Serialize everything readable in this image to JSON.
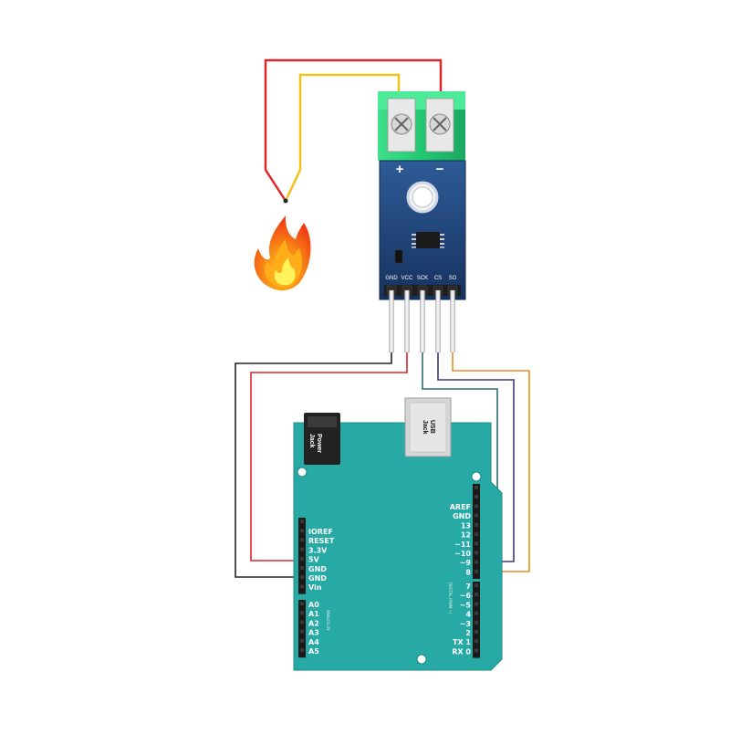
{
  "module": {
    "terminal_plus": "+",
    "terminal_minus": "−",
    "pins": [
      "GND",
      "VCC",
      "SCK",
      "CS",
      "SO"
    ]
  },
  "arduino": {
    "power_jack": [
      "Power",
      "Jack"
    ],
    "usb_jack": [
      "USB",
      "Jack"
    ],
    "left_labels": [
      "IOREF",
      "RESET",
      "3.3V",
      "5V",
      "GND",
      "GND",
      "Vin"
    ],
    "analog_labels": [
      "A0",
      "A1",
      "A2",
      "A3",
      "A4",
      "A5"
    ],
    "analog_side_text": "ANALOG IN",
    "right_top_labels": [
      "AREF",
      "GND",
      "13",
      "12",
      "~11",
      "~10",
      "~9",
      "8"
    ],
    "right_bottom_labels": [
      "7",
      "~6",
      "~5",
      "4",
      "~3",
      "2",
      "TX 1",
      "RX 0"
    ],
    "digital_side_text": "DIGITAL (PWM ~)",
    "board_color": "#27a9a6"
  },
  "wire_colors": {
    "thermo_red": "#e0262a",
    "thermo_yellow": "#f2c21b",
    "gnd": "#222222",
    "vcc": "#e0262a",
    "sck": "#2f6f6d",
    "cs": "#3a3a7a",
    "so": "#f08a24"
  }
}
